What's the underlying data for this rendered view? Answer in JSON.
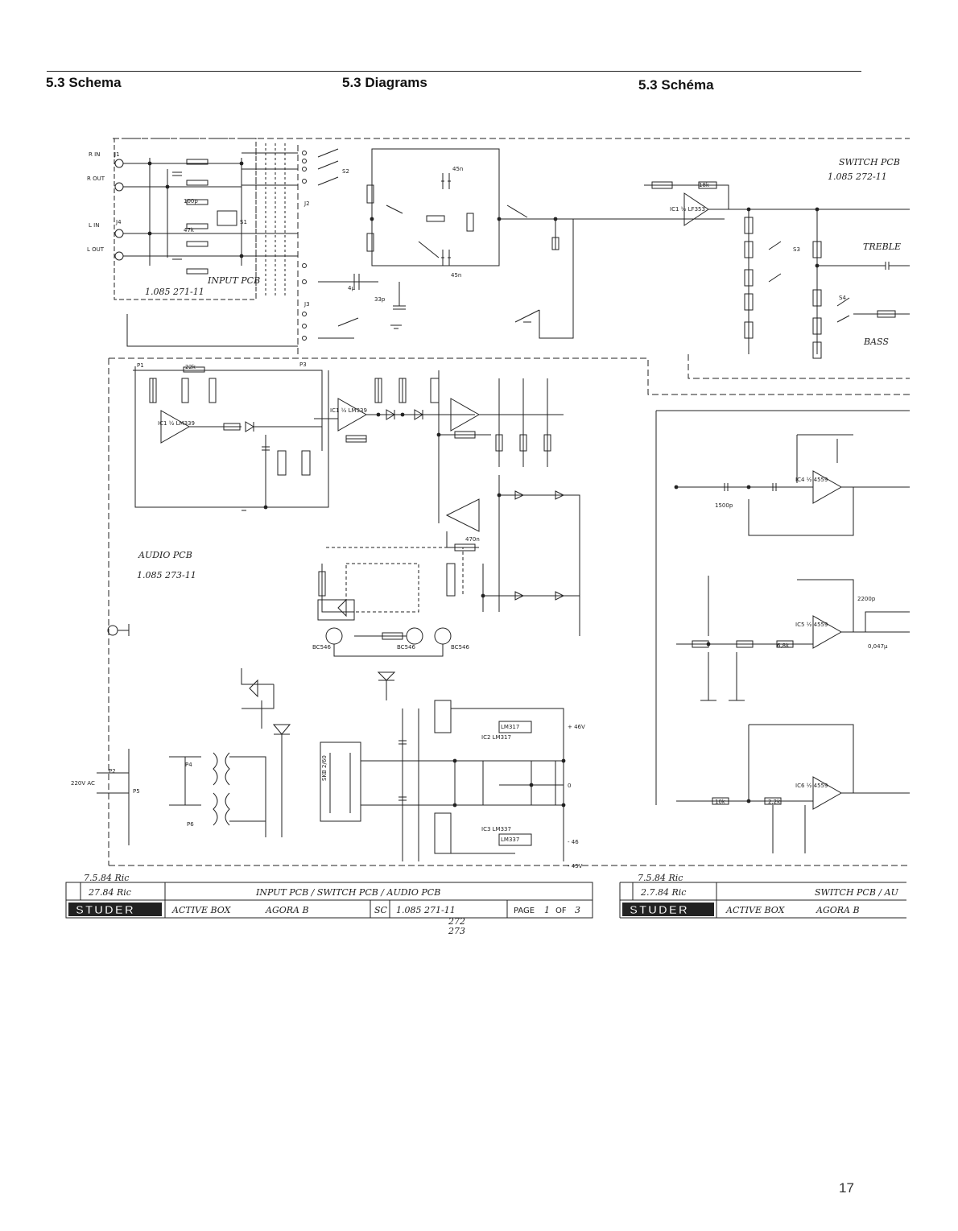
{
  "header": {
    "col1": "5.3 Schema",
    "col2": "5.3 Diagrams",
    "col3": "5.3 Schéma"
  },
  "page_number": "17",
  "schematic": {
    "input_pcb": {
      "title": "INPUT PCB",
      "number": "1.085 271-11"
    },
    "switch_pcb": {
      "title": "SWITCH PCB",
      "number": "1.085 272-11",
      "treble": "TREBLE",
      "bass": "BASS"
    },
    "audio_pcb": {
      "title": "AUDIO PCB",
      "number": "1.085 273-11"
    },
    "connectors": [
      "R IN",
      "R OUT",
      "L IN",
      "L OUT",
      "J1",
      "J2",
      "J3",
      "J4",
      "P1",
      "P2",
      "P3",
      "P4",
      "P5",
      "P6"
    ],
    "supply": {
      "mains": "220V AC",
      "pos": "+ 46V",
      "zero": "0",
      "neg": "- 46",
      "neg2": "- 45V",
      "rectifier": "SKB 2/60",
      "regulator_pos": "LM317",
      "regulator_neg": "LM337"
    },
    "ics": [
      "IC1 ½ LF353",
      "IC1 ½ LM339",
      "IC1 ½ LM339",
      "IC4 ½ 4559",
      "IC5 ½ 4559",
      "IC6 ½ 4559",
      "IC2 LM317",
      "IC3 LM337"
    ],
    "switches": [
      "S1",
      "S2",
      "S3",
      "S4"
    ],
    "transistors": [
      "BC546",
      "BC546",
      "BC546"
    ],
    "values": [
      "45n",
      "45n",
      "33p",
      "4µ",
      "470n",
      "100p",
      "1500p",
      "0,047µ",
      "2200p",
      "18k",
      "47k",
      "6,8k",
      "10k",
      "2,2k",
      "22k"
    ]
  },
  "title_block_left": {
    "rev1": "7.5.84 Ric",
    "rev2": "27.84 Ric",
    "description": "INPUT PCB / SWITCH PCB / AUDIO PCB",
    "brand": "STUDER",
    "product": "ACTIVE BOX",
    "model": "AGORA B",
    "doc_code": "SC",
    "doc_number": "1.085 271-11",
    "doc_number_alt1": "272",
    "doc_number_alt2": "273",
    "page_word": "PAGE",
    "page_value": "1",
    "of_word": "OF",
    "of_value": "3"
  },
  "title_block_right": {
    "rev1": "7.5.84 Ric",
    "rev2": "2.7.84 Ric",
    "description": "SWITCH PCB / AU",
    "brand": "STUDER",
    "product": "ACTIVE BOX",
    "model": "AGORA B"
  }
}
